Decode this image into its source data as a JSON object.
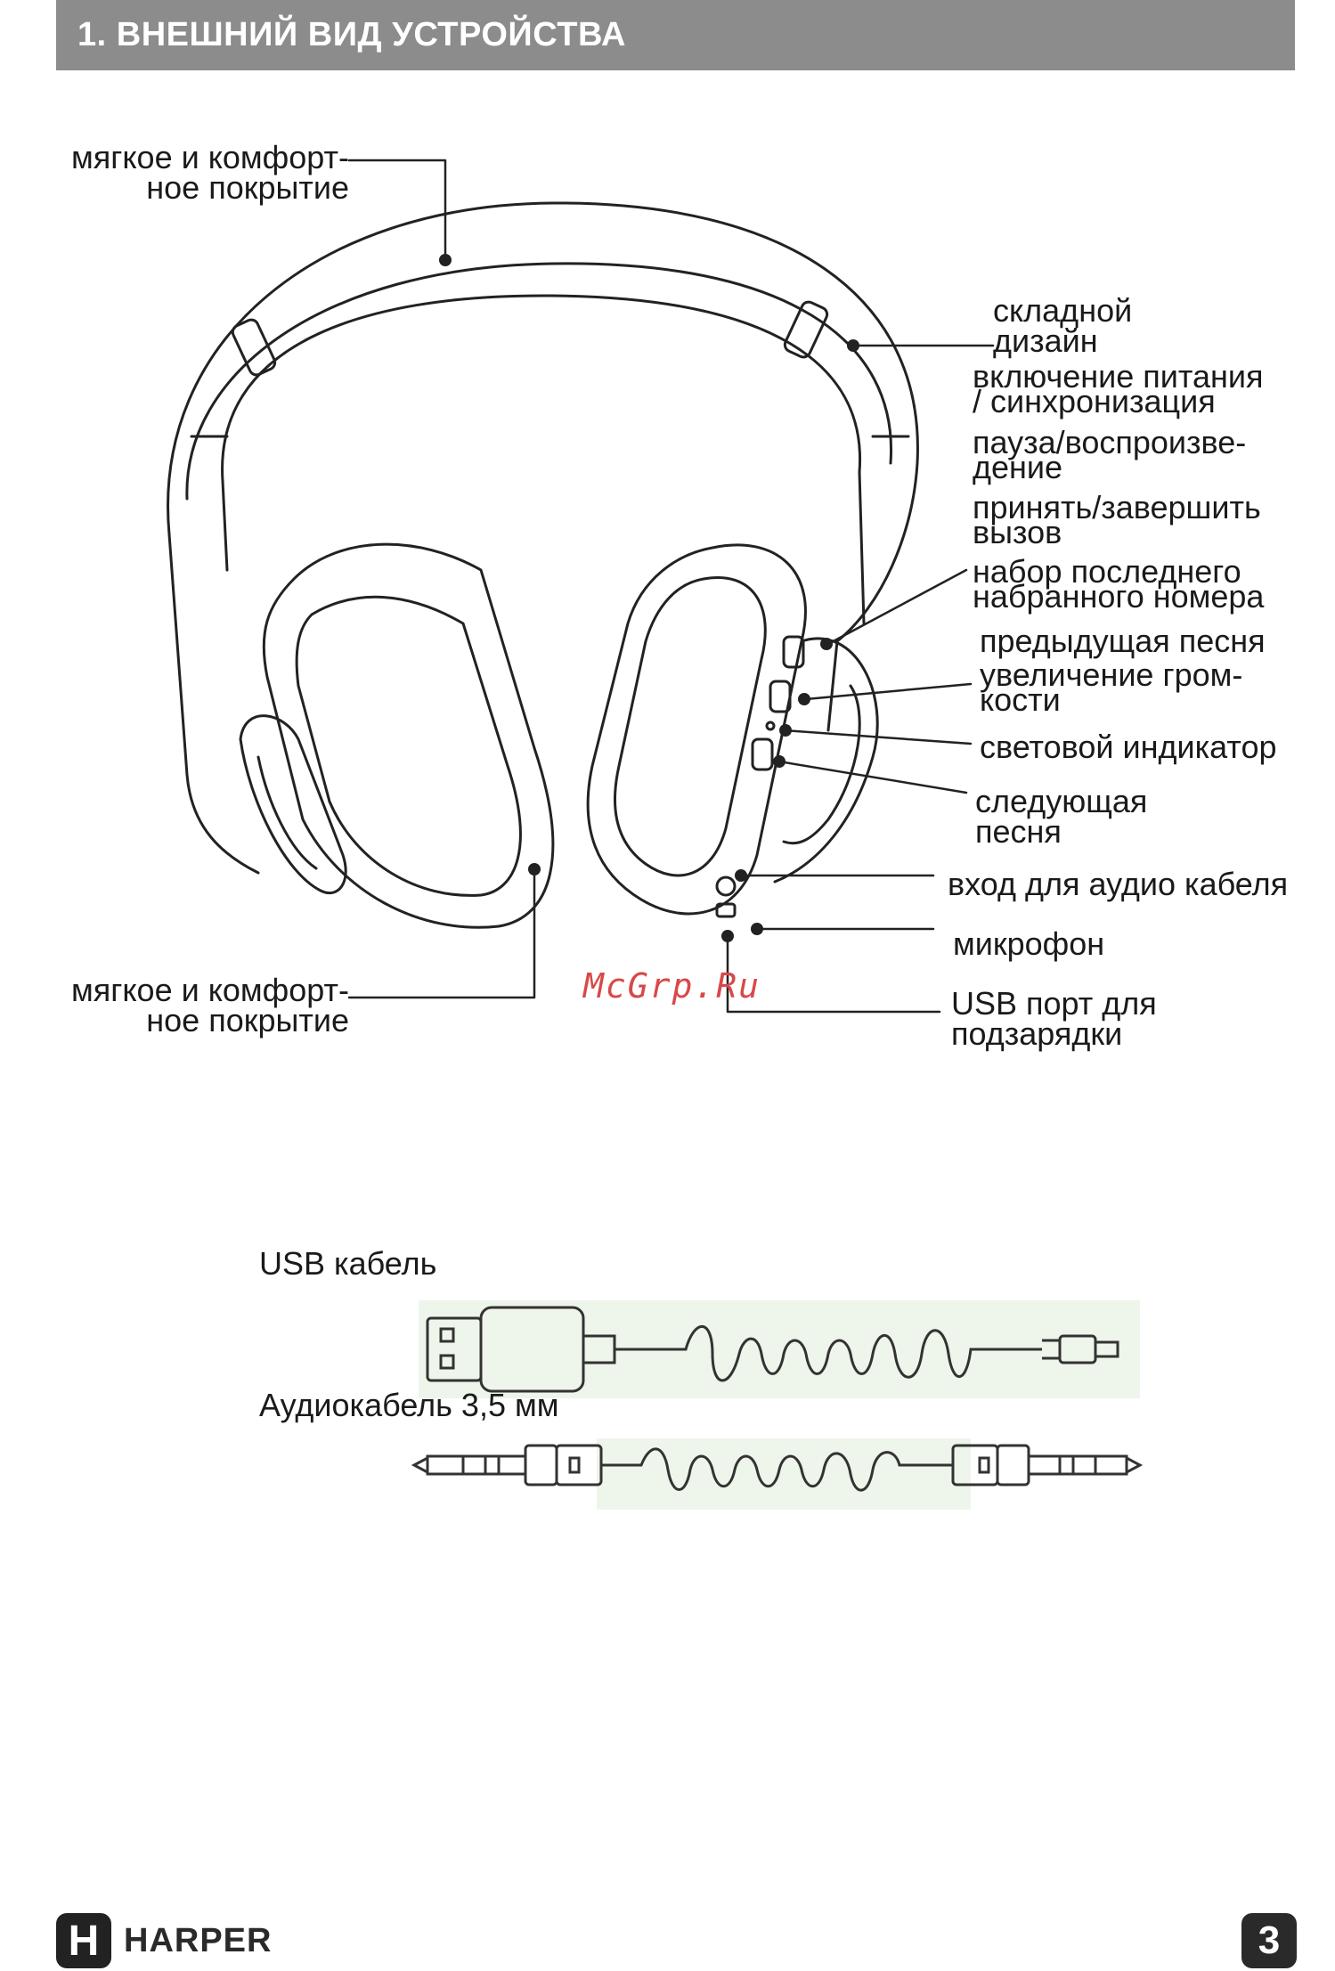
{
  "section_title": "1. ВНЕШНИЙ ВИД УСТРОЙСТВА",
  "labels": {
    "padding_top": [
      "мягкое и комфорт-",
      "ное покрытие"
    ],
    "padding_bottom": [
      "мягкое и комфорт-",
      "ное покрытие"
    ],
    "folding": [
      "складной",
      "дизайн"
    ],
    "power": [
      "включение питания",
      "/ синхронизация"
    ],
    "pause": [
      "пауза/воспроизве-",
      "дение"
    ],
    "call": [
      "принять/завершить",
      "вызов"
    ],
    "redial": [
      "набор последнего",
      "набранного номера"
    ],
    "prev": "предыдущая песня",
    "volume_word1": "увеличение",
    "volume_word2": "гром-",
    "volume_line2": "кости",
    "led": "световой индикатор",
    "next": [
      "следующая",
      "песня"
    ],
    "audio_in": "вход для аудио кабеля",
    "mic": "микрофон",
    "usb_port": [
      "USB порт для",
      "подзарядки"
    ]
  },
  "watermark": "McGrp.Ru",
  "cables": {
    "usb": "USB кабель",
    "audio": "Аудиокабель 3,5 мм"
  },
  "footer": {
    "logo_letter": "H",
    "brand": "HARPER",
    "page": "3"
  }
}
